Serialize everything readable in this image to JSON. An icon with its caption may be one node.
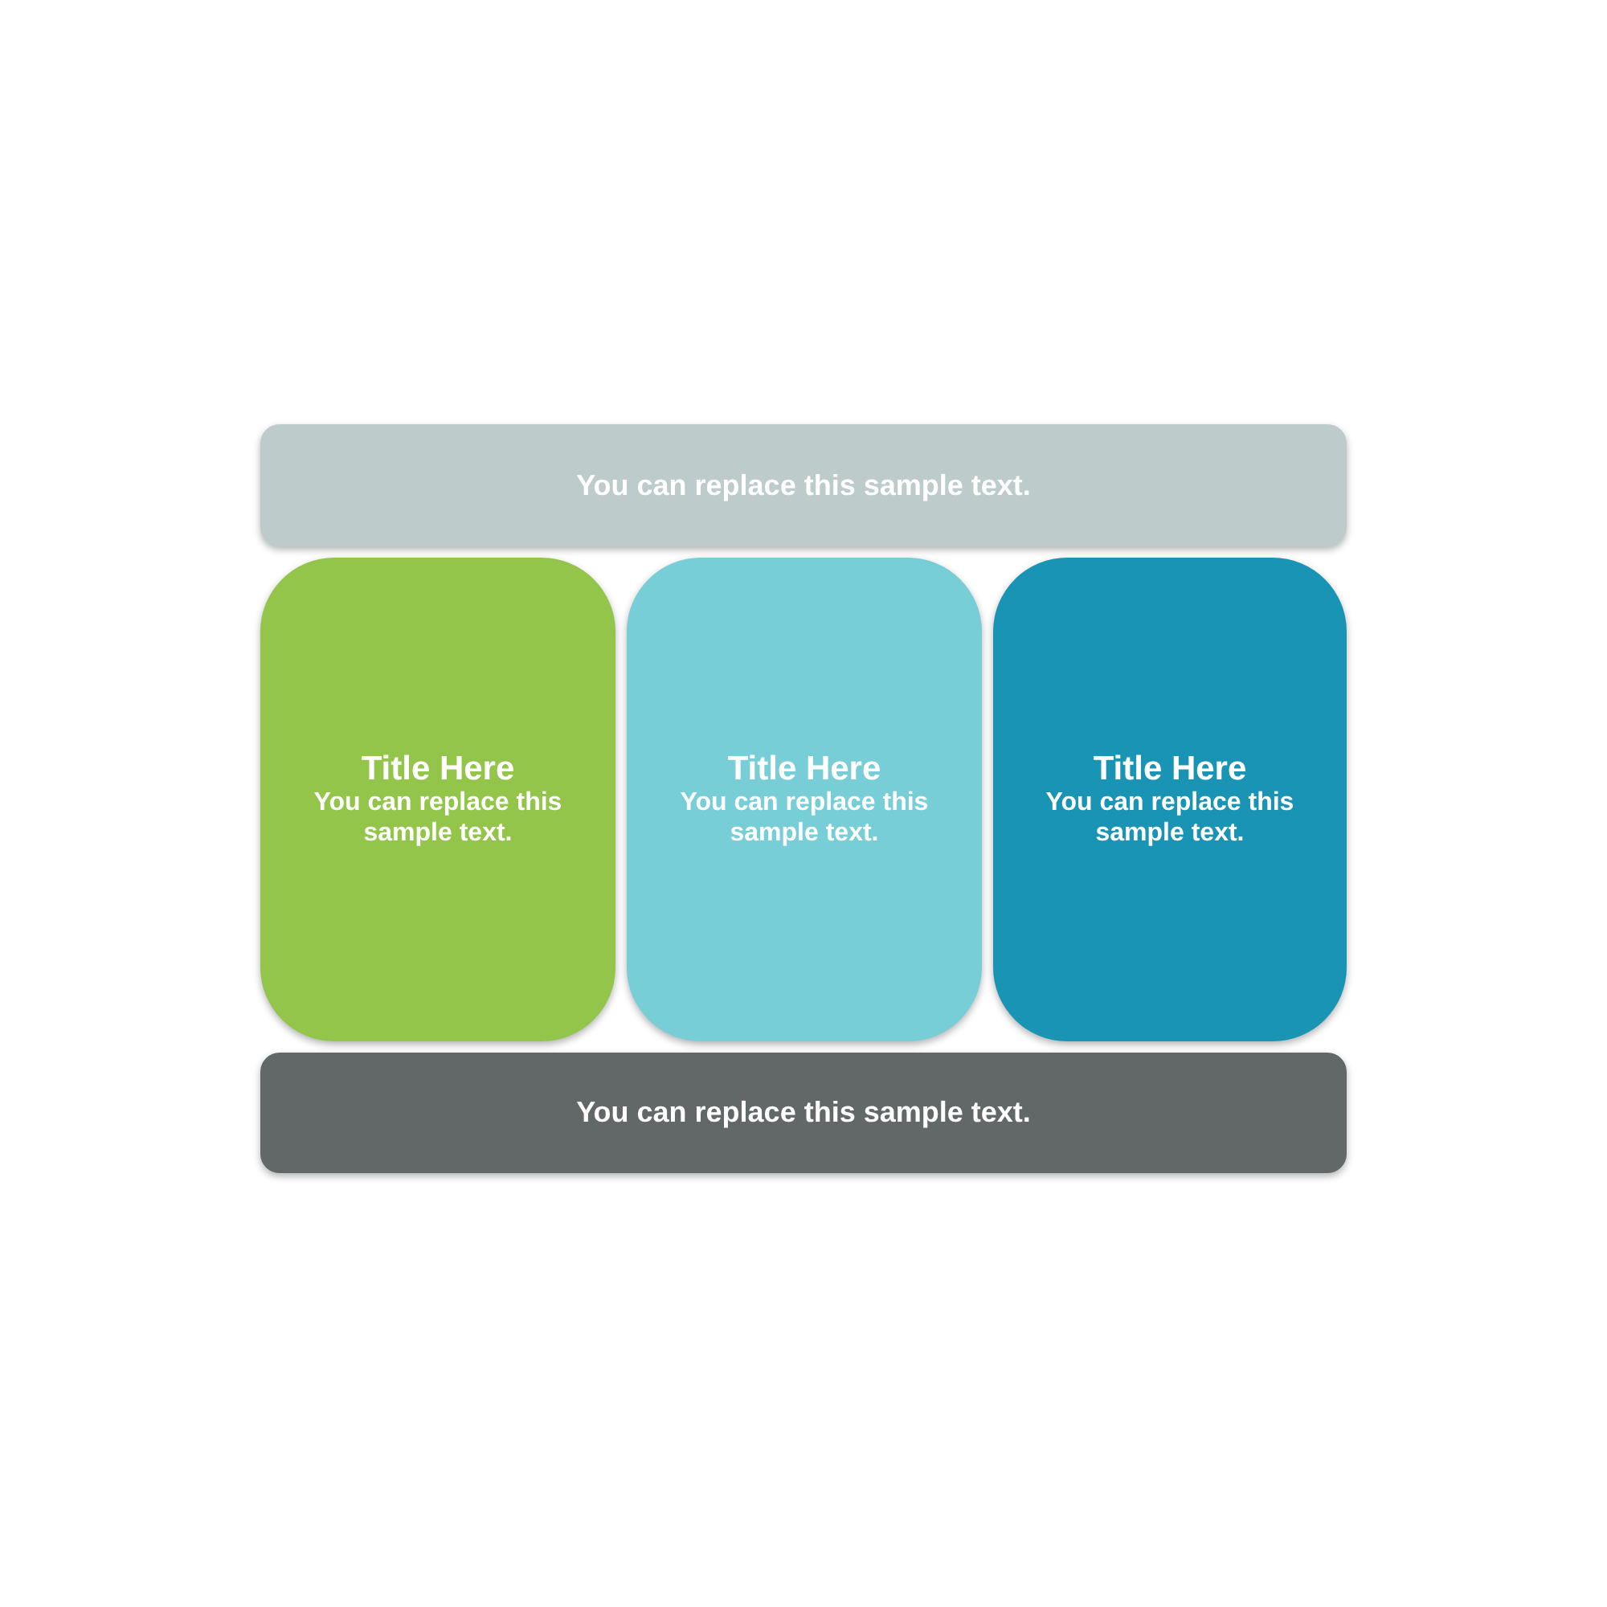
{
  "diagram": {
    "nodes": [
      {
        "text": [
          "You can replace this sample text."
        ]
      },
      {
        "text": [
          "Title Here",
          "You can replace this sample text."
        ]
      },
      {
        "text": [
          "Title Here",
          "You can replace this sample text."
        ]
      },
      {
        "text": [
          "Title Here",
          "You can replace this sample text."
        ]
      },
      {
        "text": [
          "You can replace this sample text."
        ]
      }
    ]
  }
}
